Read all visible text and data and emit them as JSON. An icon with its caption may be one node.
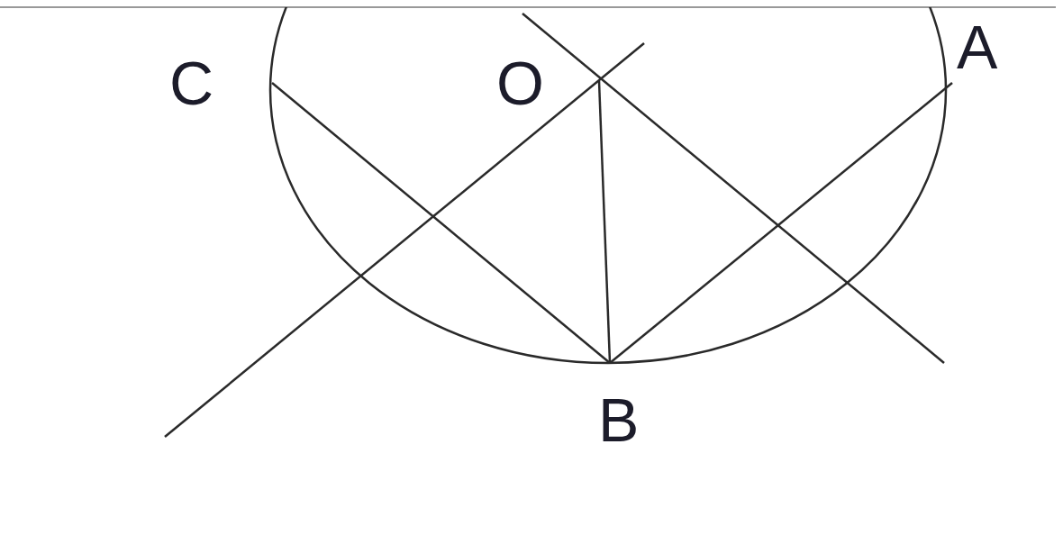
{
  "diagram": {
    "labels": [
      "C",
      "O",
      "A",
      "B"
    ]
  }
}
